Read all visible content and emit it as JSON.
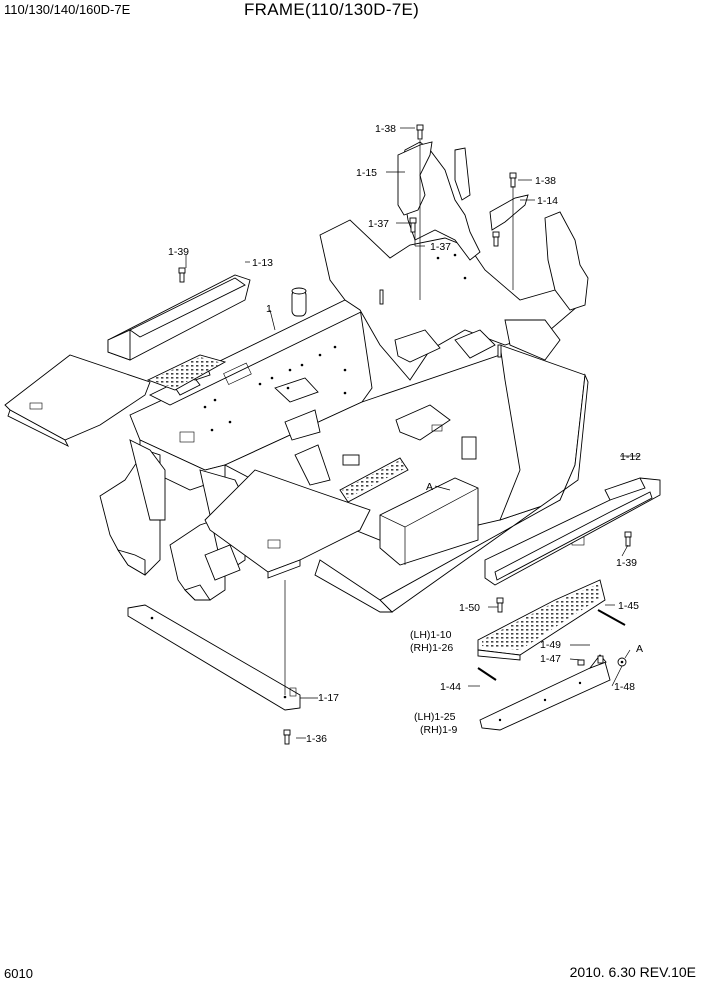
{
  "header": {
    "model": "110/130/140/160D-7E",
    "title": "FRAME(110/130D-7E)"
  },
  "footer": {
    "page_number": "6010",
    "revision": "2010. 6.30  REV.10E"
  },
  "callouts": {
    "c1_38a": "1-38",
    "c1_15": "1-15",
    "c1_38b": "1-38",
    "c1_14": "1-14",
    "c1_37a": "1-37",
    "c1_37b": "1-37",
    "c1_39a": "1-39",
    "c1_13": "1-13",
    "c1": "1",
    "cA1": "A",
    "c1_12": "1-12",
    "c1_39b": "1-39",
    "c1_50": "1-50",
    "c1_45": "1-45",
    "c1_10": "(LH)1-10",
    "c1_26": "(RH)1-26",
    "c1_49": "1-49",
    "c1_47": "1-47",
    "cA2": "A",
    "c1_44": "1-44",
    "c1_48": "1-48",
    "c1_25": "(LH)1-25",
    "c1_9": "(RH)1-9",
    "c1_17": "1-17",
    "c1_36": "1-36"
  }
}
